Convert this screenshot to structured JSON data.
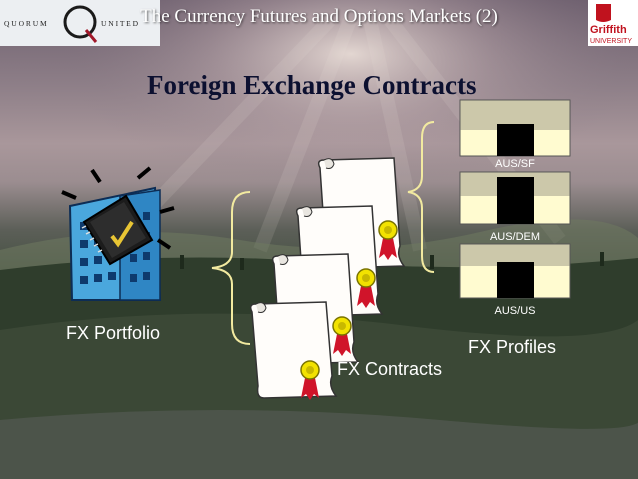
{
  "header": {
    "title": "The Currency Futures and Options Markets (2)",
    "left_logo_text_1": "Q U O R U M",
    "left_logo_text_2": "U N I T E D",
    "right_logo_text_1": "Griffith",
    "right_logo_text_2": "UNIVERSITY"
  },
  "main": {
    "heading": "Foreign Exchange Contracts",
    "portfolio_label": "FX Portfolio",
    "contracts_label": "FX Contracts",
    "profiles_label": "FX Profiles",
    "profiles": [
      {
        "tag": "AUS/SF"
      },
      {
        "tag": "AUS/DEM"
      },
      {
        "tag": "AUS/US"
      }
    ]
  },
  "colors": {
    "heading": "#0c1030",
    "profile_bg": "#fffbd0",
    "profile_block": "#000000",
    "ribbon": "#d0142a",
    "seal": "#f2e200"
  }
}
